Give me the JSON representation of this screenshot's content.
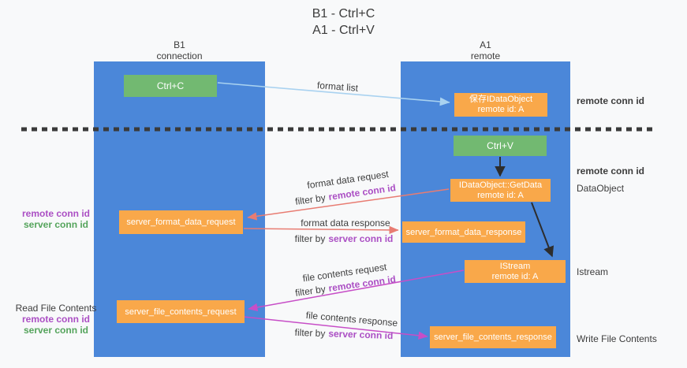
{
  "title": {
    "line1": "B1 - Ctrl+C",
    "line2": "A1 - Ctrl+V"
  },
  "columns": {
    "left": {
      "name": "B1",
      "role": "connection"
    },
    "right": {
      "name": "A1",
      "role": "remote"
    }
  },
  "boxes": {
    "ctrl_c": "Ctrl+C",
    "ctrl_v": "Ctrl+V",
    "save_idataobject": {
      "title": "保存IDataObject",
      "subtitle": "remote id: A"
    },
    "getdata": {
      "title": "IDataObject::GetData",
      "subtitle": "remote id: A"
    },
    "istream": {
      "title": "IStream",
      "subtitle": "remote id: A"
    },
    "server_format_data_request": "server_format_data_request",
    "server_format_data_response": "server_format_data_response",
    "server_file_contents_request": "server_file_contents_request",
    "server_file_contents_response": "server_file_contents_response"
  },
  "arrow_labels": {
    "format_list": "format list",
    "format_data_request": "format data request",
    "format_data_response": "format data response",
    "file_contents_request": "file contents request",
    "file_contents_response": "file contents response",
    "filter_by": "filter by",
    "remote_conn_id": "remote conn id",
    "server_conn_id": "server conn id"
  },
  "side_labels": {
    "remote_conn_id": "remote conn id",
    "server_conn_id": "server conn id",
    "dataobject": "DataObject",
    "istream": "Istream",
    "read_file_contents": "Read File Contents",
    "write_file_contents": "Write File Contents"
  },
  "colors": {
    "bg": "#f8f9fa",
    "column_blue": "#4b87d9",
    "box_orange": "#f9a84a",
    "box_green": "#72b971",
    "purple": "#ab4fc4",
    "green_text": "#55a45c",
    "arrow_salmon": "#e87c72",
    "arrow_magenta": "#c74ec7",
    "arrow_blue": "#a9d2f0",
    "arrow_black": "#2d2d2d"
  }
}
